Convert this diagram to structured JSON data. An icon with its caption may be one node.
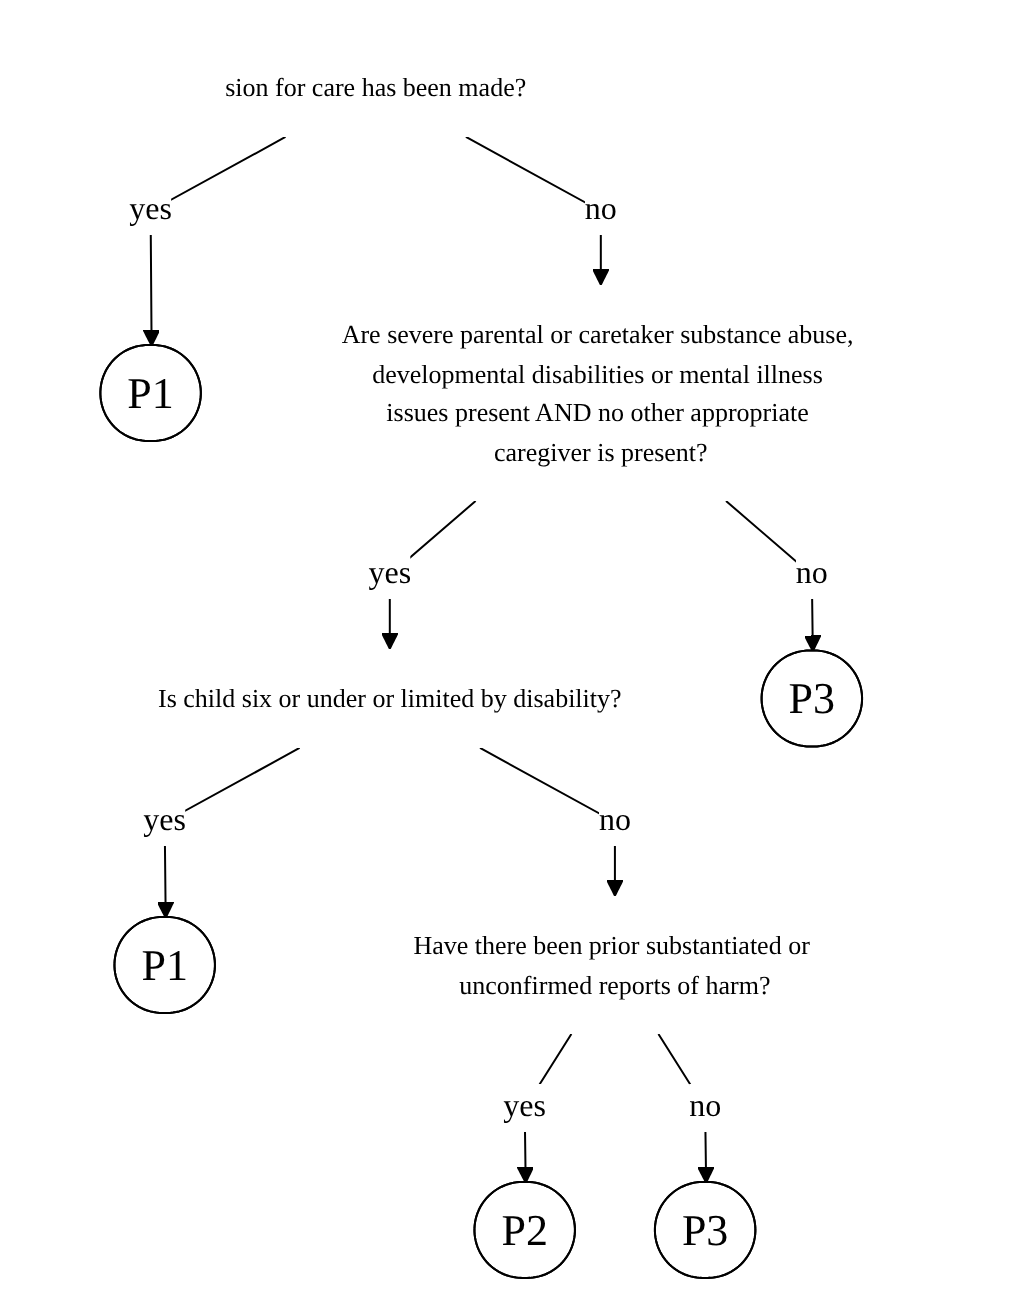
{
  "diagram": {
    "nodes": [
      {
        "text": [
          "sion for care has been made?"
        ]
      },
      {
        "text": [
          "P1"
        ]
      },
      {
        "text": [
          "Are severe parental or caretaker substance abuse, developmental disabilities or mental illness issues present AND no other appropriate caregiver is present?"
        ]
      },
      {
        "text": [
          "Is child six or under or limited by disability?"
        ]
      },
      {
        "text": [
          "P3"
        ]
      },
      {
        "text": [
          "P1"
        ]
      },
      {
        "text": [
          "Have there been prior substantiated or unconfirmed reports of harm?"
        ]
      },
      {
        "text": [
          "P2"
        ]
      },
      {
        "text": [
          "P3"
        ]
      }
    ],
    "edges": [
      {
        "from": 0,
        "to": 1,
        "label": "yes",
        "arrow": "to"
      },
      {
        "from": 0,
        "to": 2,
        "label": "no",
        "arrow": "to"
      },
      {
        "from": 2,
        "to": 3,
        "label": "yes",
        "arrow": "to"
      },
      {
        "from": 2,
        "to": 4,
        "label": "no",
        "arrow": "to"
      },
      {
        "from": 3,
        "to": 5,
        "label": "yes",
        "arrow": "to"
      },
      {
        "from": 3,
        "to": 6,
        "label": "no",
        "arrow": "to"
      },
      {
        "from": 6,
        "to": 7,
        "label": "yes",
        "arrow": "to"
      },
      {
        "from": 6,
        "to": 8,
        "label": "no",
        "arrow": "to"
      }
    ]
  }
}
